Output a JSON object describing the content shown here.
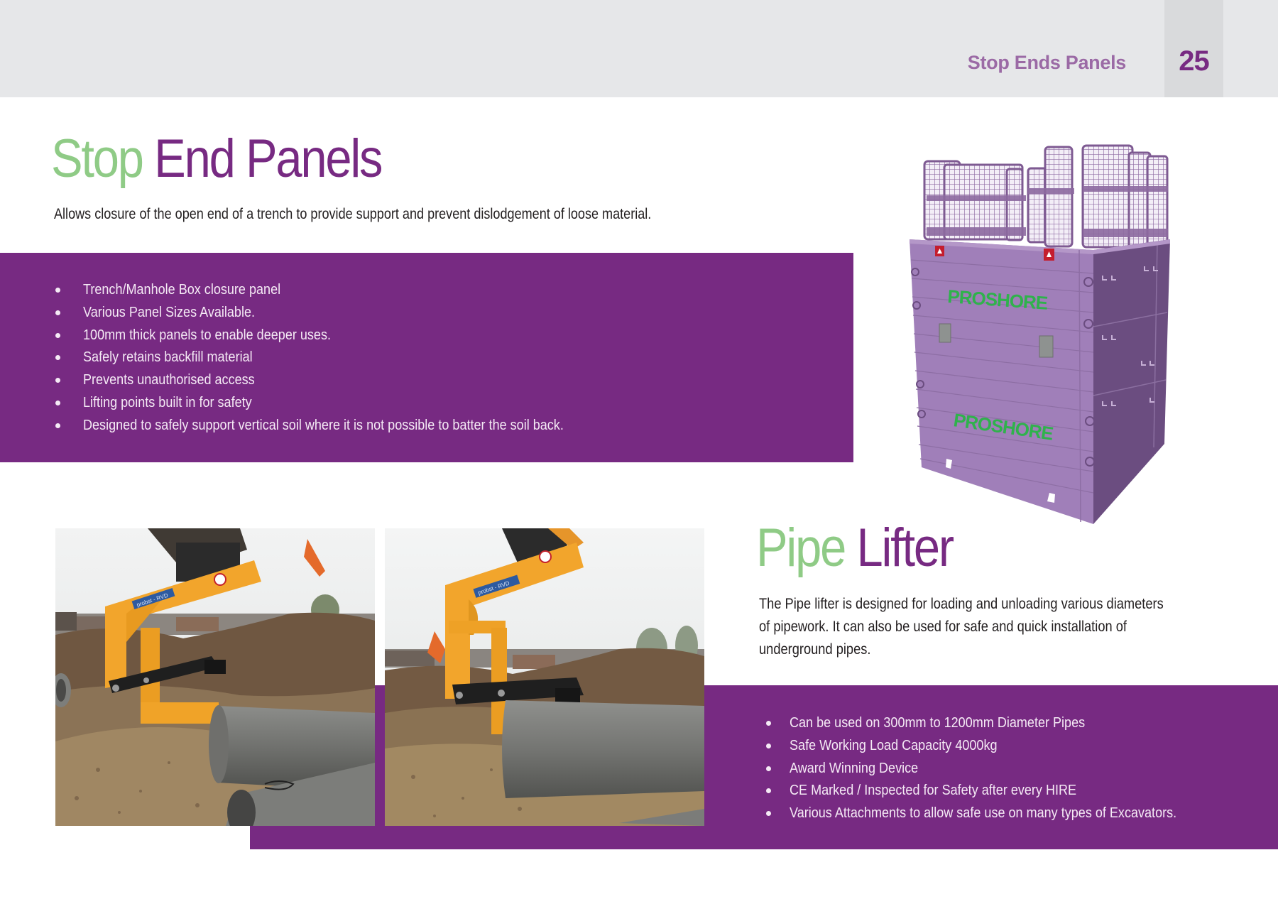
{
  "header": {
    "section_label": "Stop Ends Panels",
    "page_number": "25"
  },
  "colors": {
    "brand_purple": "#772A82",
    "accent_green": "#8FCB86",
    "header_label": "#9B6AA5",
    "header_bg": "#E6E7E9",
    "page_box_bg": "#D9DADC",
    "body_text": "#231F20",
    "product_purple": "#9E7BB5",
    "logo_green": "#2FB24C"
  },
  "stop_end_panels": {
    "title_part1": "Stop",
    "title_part2": "End Panels",
    "description": "Allows closure of the open end of a trench to provide support and prevent dislodgement of loose material.",
    "features": [
      "Trench/Manhole Box closure panel",
      "Various Panel Sizes Available.",
      "100mm thick panels to enable deeper uses.",
      "Safely retains backfill material",
      "Prevents unauthorised access",
      "Lifting points built in for safety",
      "Designed to safely support vertical soil where it is not possible to batter the soil back."
    ],
    "product_image": {
      "logo_text_top": "PROSHORE",
      "logo_text_bottom": "PROSHORE"
    }
  },
  "pipe_lifter": {
    "title_part1": "Pipe",
    "title_part2": "Lifter",
    "description_lines": [
      "The Pipe lifter is designed for loading and unloading various diameters",
      "of pipework. It can also be used for safe and quick installation of",
      "underground pipes."
    ],
    "features": [
      "Can be used on 300mm to 1200mm Diameter Pipes",
      "Safe Working Load Capacity 4000kg",
      "Award Winning Device",
      "CE Marked / Inspected for Safety after every HIRE",
      "Various Attachments to allow safe use on many types of Excavators."
    ],
    "photos": [
      {
        "label_plate": "probst - RVD"
      },
      {
        "label_plate": "probst - RVD"
      }
    ]
  }
}
